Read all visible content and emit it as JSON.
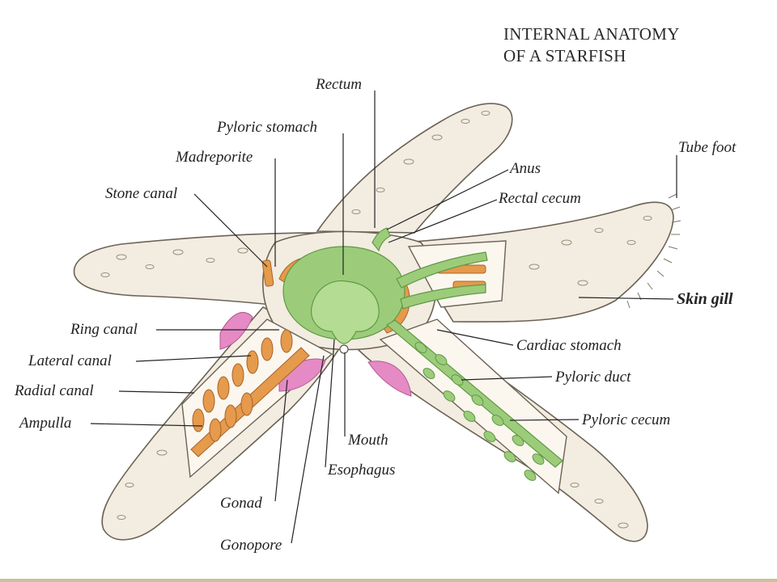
{
  "title": {
    "line1": "INTERNAL ANATOMY",
    "line2": "OF A STARFISH"
  },
  "labels": {
    "rectum": "Rectum",
    "pyloric_stomach": "Pyloric stomach",
    "madreporite": "Madreporite",
    "stone_canal": "Stone canal",
    "anus": "Anus",
    "rectal_cecum": "Rectal cecum",
    "tube_foot": "Tube foot",
    "skin_gill": "Skin gill",
    "ring_canal": "Ring canal",
    "lateral_canal": "Lateral canal",
    "radial_canal": "Radial canal",
    "ampulla": "Ampulla",
    "cardiac_stomach": "Cardiac stomach",
    "pyloric_duct": "Pyloric duct",
    "pyloric_cecum": "Pyloric cecum",
    "mouth": "Mouth",
    "esophagus": "Esophagus",
    "gonad": "Gonad",
    "gonopore": "Gonopore"
  },
  "colors": {
    "body_fill": "#f3ece0",
    "body_stroke": "#6b6355",
    "water_vascular": "#e59a4c",
    "digestive": "#9ccc7a",
    "digestive_dark": "#5e9a46",
    "gonad": "#e58ac4",
    "skin_gill": "#b8b0a0"
  }
}
